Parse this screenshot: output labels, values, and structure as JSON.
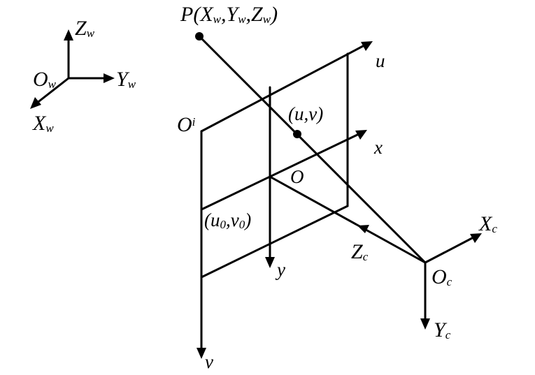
{
  "world_frame": {
    "origin": {
      "base": "O",
      "sub": "w"
    },
    "z_axis": {
      "base": "Z",
      "sub": "w"
    },
    "y_axis": {
      "base": "Y",
      "sub": "w"
    },
    "x_axis": {
      "base": "X",
      "sub": "w"
    }
  },
  "world_point": {
    "prefix": "P(",
    "x": {
      "base": "X",
      "sub": "w"
    },
    "y": {
      "base": "Y",
      "sub": "w"
    },
    "z": {
      "base": "Z",
      "sub": "w"
    },
    "comma": ",",
    "suffix": ")"
  },
  "pixel_frame": {
    "origin": {
      "base": "O",
      "sub": "i"
    },
    "u_axis": "u",
    "v_axis": "v"
  },
  "image_frame": {
    "origin": "O",
    "x_axis": "x",
    "y_axis": "y"
  },
  "projected_point": {
    "text": "(u,v)"
  },
  "principal_point": {
    "open": "(",
    "u": {
      "base": "u",
      "sub": "0"
    },
    "comma": ",",
    "v": {
      "base": "v",
      "sub": "0"
    },
    "close": ")"
  },
  "camera_frame": {
    "origin": {
      "base": "O",
      "sub": "c"
    },
    "x_axis": {
      "base": "X",
      "sub": "c"
    },
    "y_axis": {
      "base": "Y",
      "sub": "c"
    },
    "z_axis": {
      "base": "Z",
      "sub": "c"
    }
  }
}
